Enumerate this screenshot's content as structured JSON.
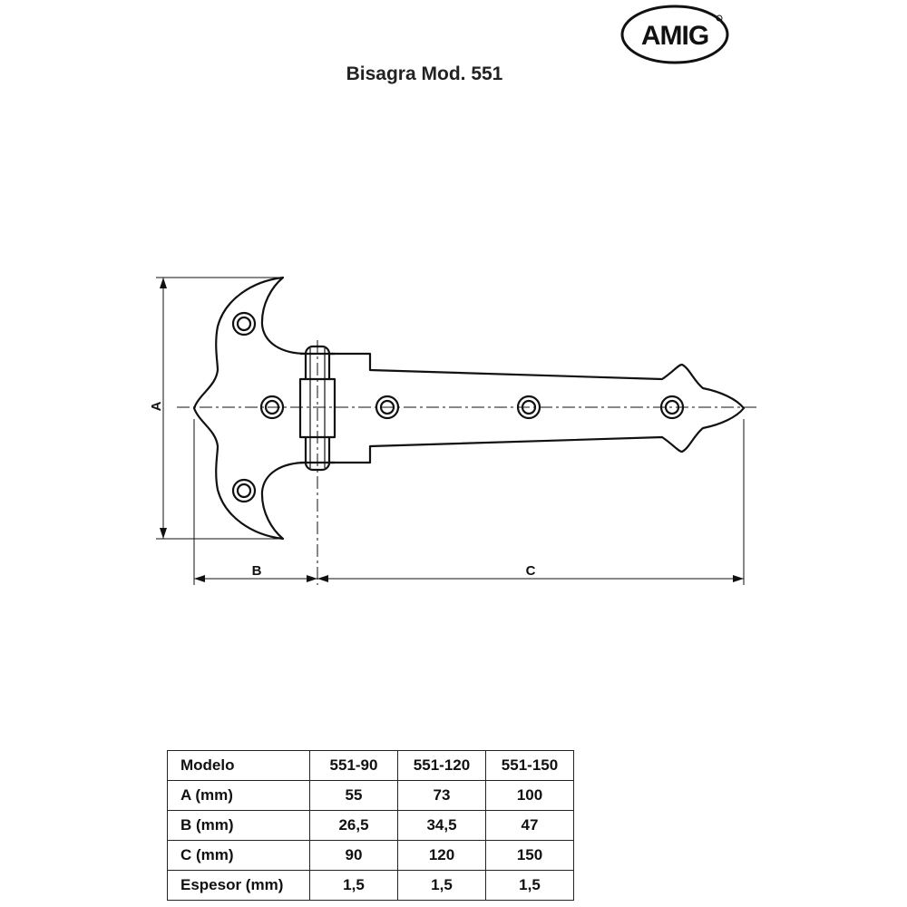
{
  "brand": {
    "logo_text": "AMIG"
  },
  "title": "Bisagra Mod. 551",
  "dimensions": {
    "a": "A",
    "b": "B",
    "c": "C"
  },
  "table": {
    "header": [
      "Modelo",
      "551-90",
      "551-120",
      "551-150"
    ],
    "rows": [
      [
        "A (mm)",
        "55",
        "73",
        "100"
      ],
      [
        "B (mm)",
        "26,5",
        "34,5",
        "47"
      ],
      [
        "C (mm)",
        "90",
        "120",
        "150"
      ],
      [
        "Espesor (mm)",
        "1,5",
        "1,5",
        "1,5"
      ]
    ]
  }
}
